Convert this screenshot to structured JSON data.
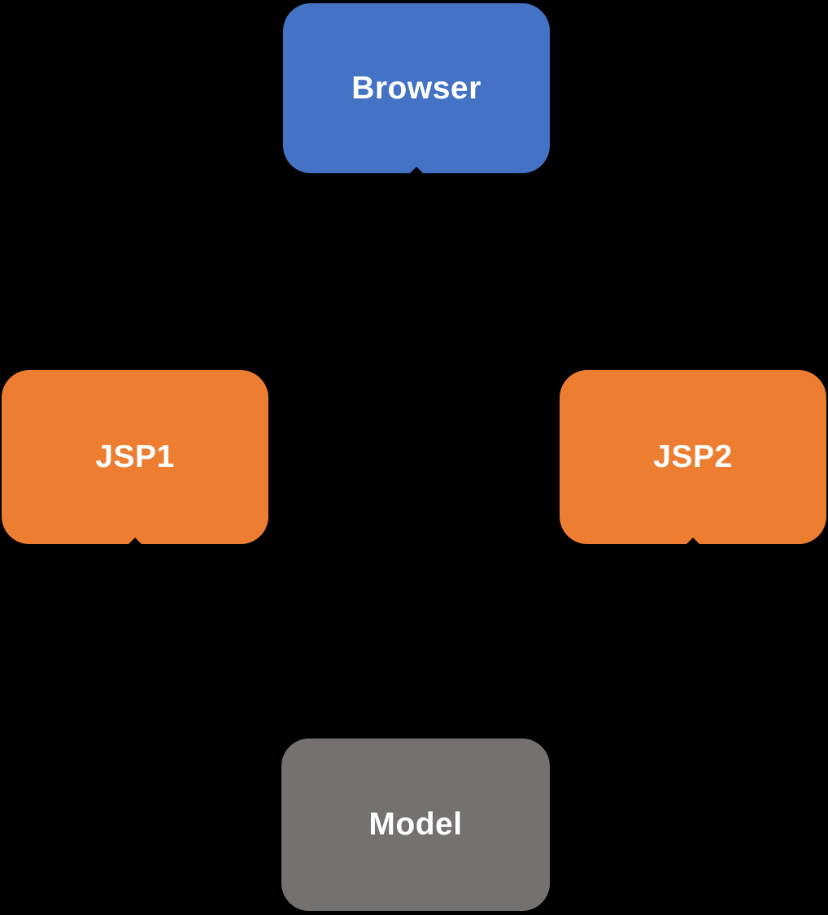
{
  "diagram": {
    "background_color": "#000000",
    "nodes": [
      {
        "id": "browser",
        "label": "Browser",
        "shape": "rounded-rectangle",
        "fill_color": "#4472C4",
        "text_color": "#FFFFFF"
      },
      {
        "id": "jsp1",
        "label": "JSP1",
        "shape": "rounded-rectangle",
        "fill_color": "#ED7D31",
        "text_color": "#FFFFFF"
      },
      {
        "id": "jsp2",
        "label": "JSP2",
        "shape": "rounded-rectangle",
        "fill_color": "#ED7D31",
        "text_color": "#FFFFFF"
      },
      {
        "id": "model",
        "label": "Model",
        "shape": "rounded-rectangle",
        "fill_color": "#767171",
        "text_color": "#FFFFFF"
      }
    ],
    "arrowheads": [
      {
        "at_node": "browser",
        "edge": "bottom-center",
        "direction": "up",
        "color": "#000000"
      },
      {
        "at_node": "jsp1",
        "edge": "bottom-center",
        "direction": "up",
        "color": "#000000"
      },
      {
        "at_node": "jsp2",
        "edge": "bottom-center",
        "direction": "up",
        "color": "#000000"
      }
    ]
  }
}
